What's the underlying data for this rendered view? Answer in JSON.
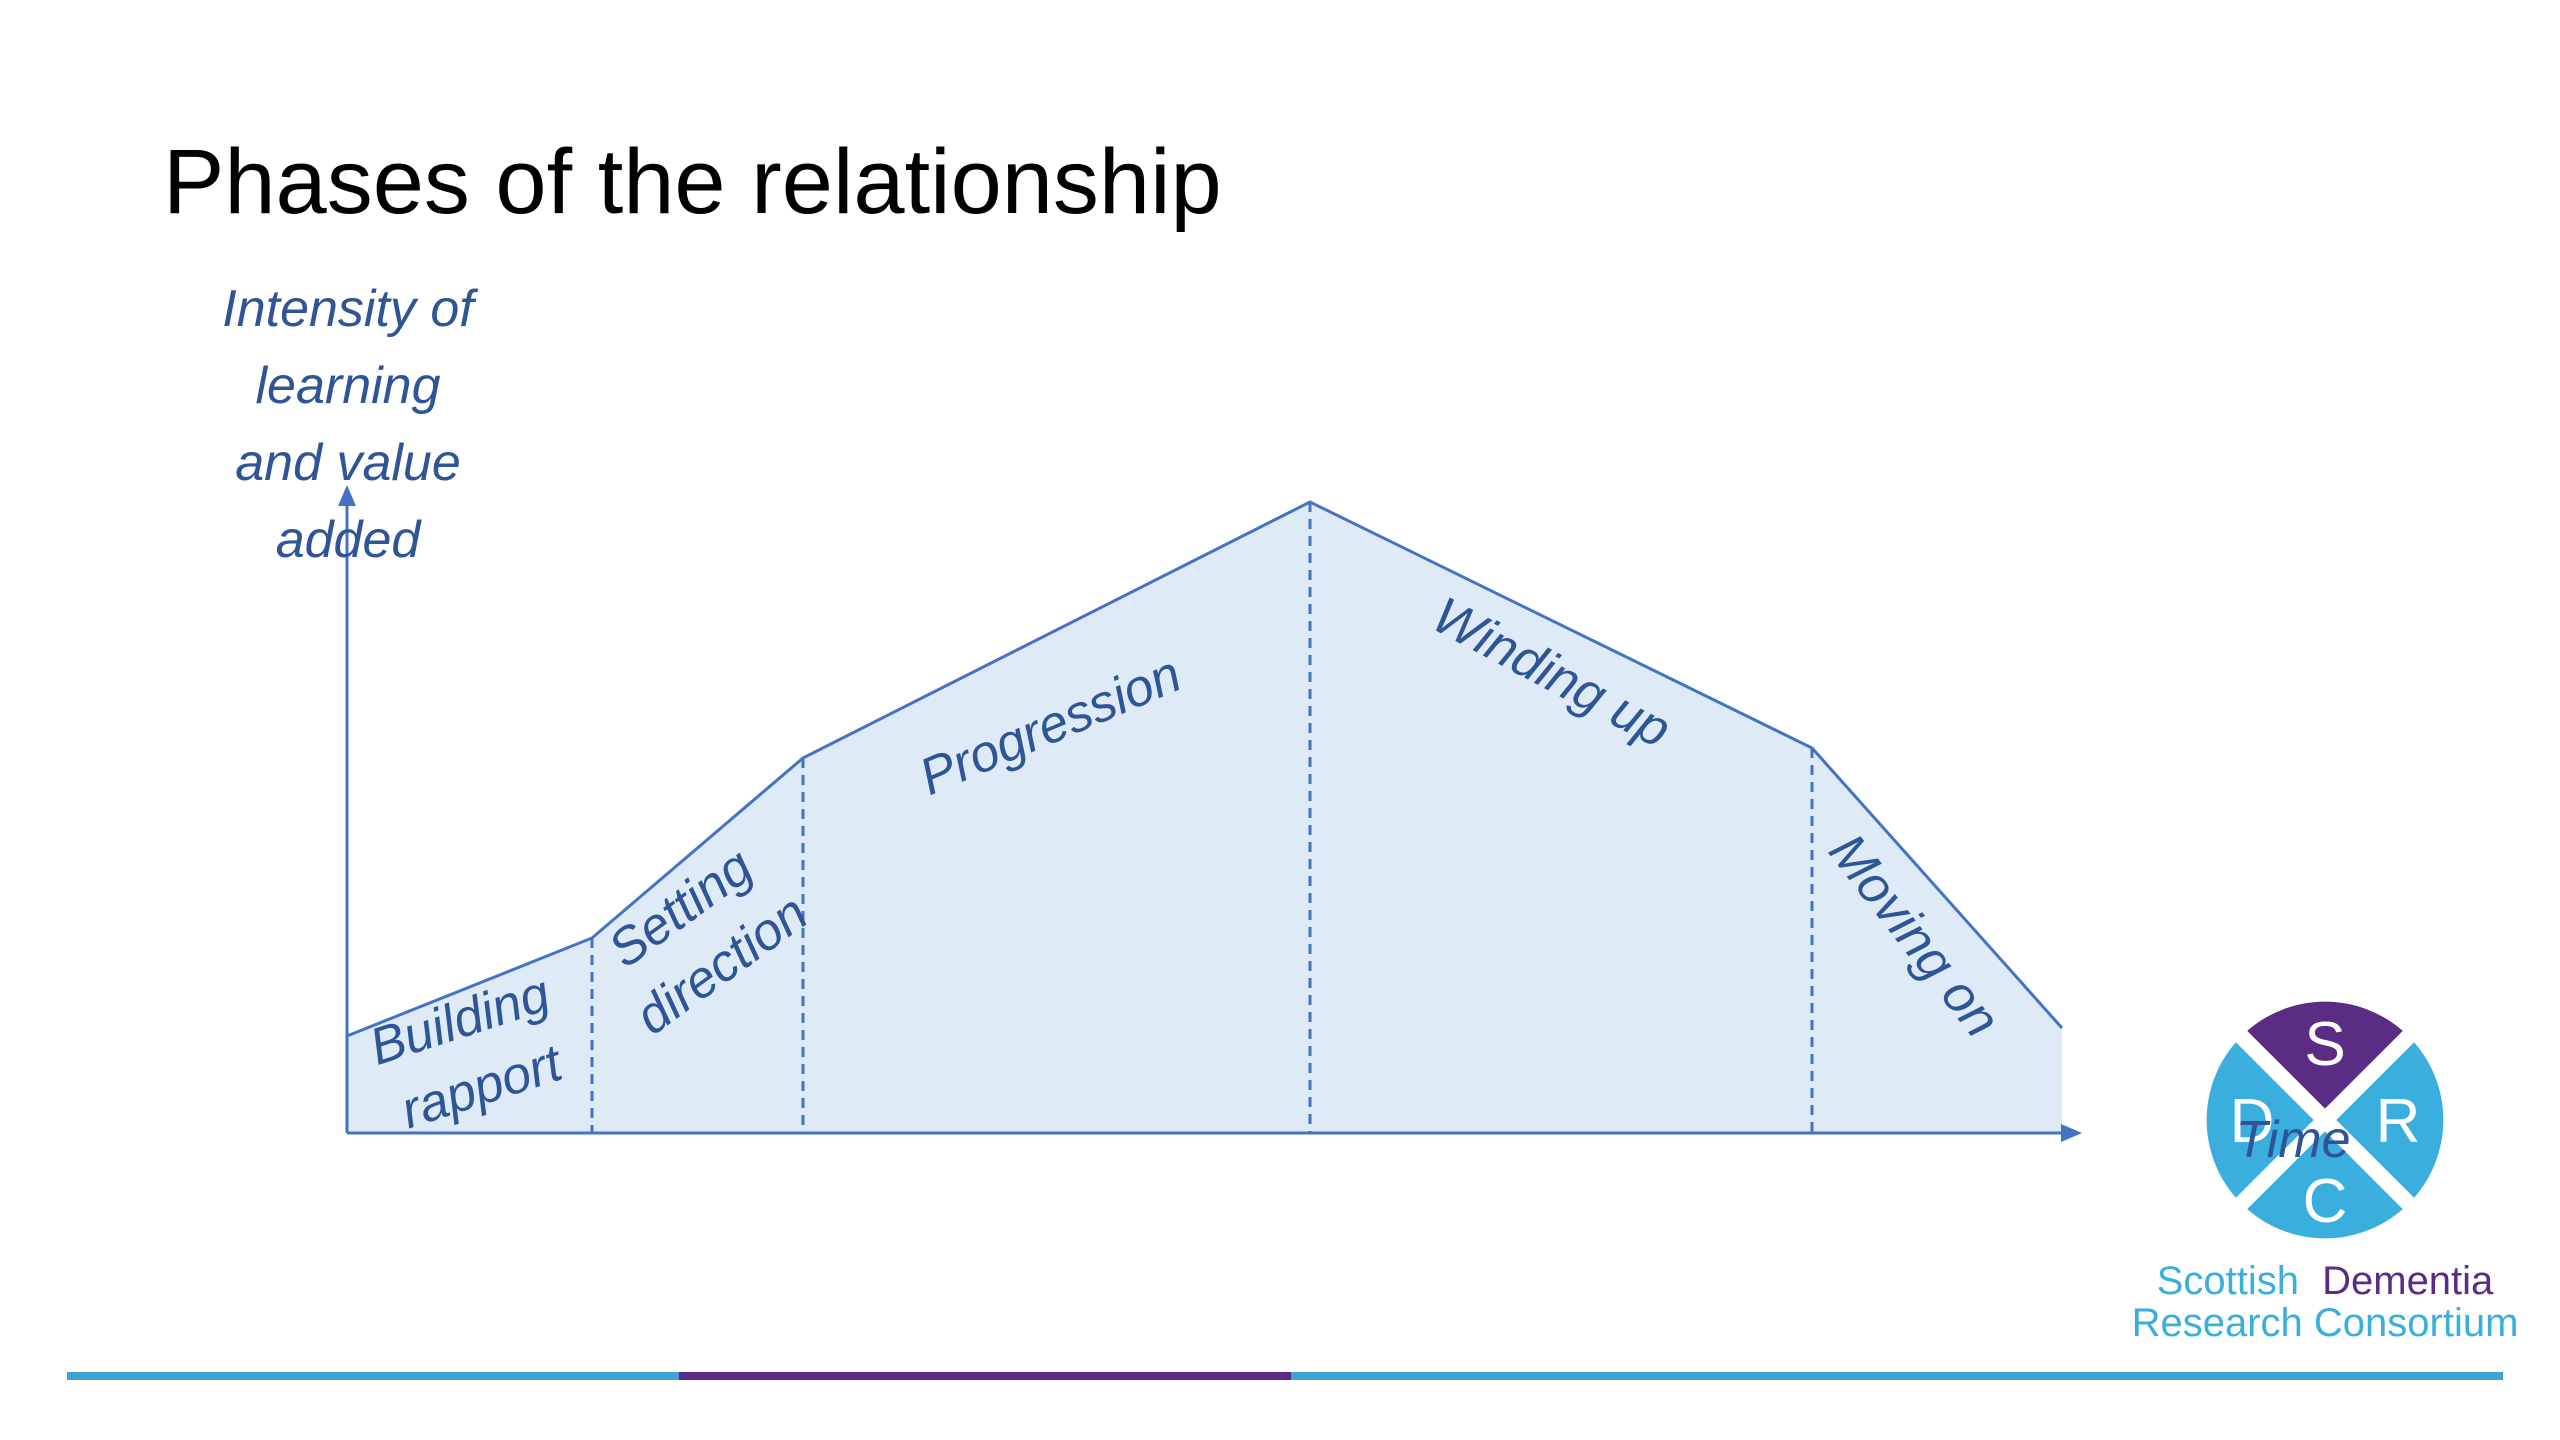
{
  "slide": {
    "title": "Phases of the relationship"
  },
  "diagram": {
    "y_axis_label_lines": [
      "Intensity of",
      "learning",
      "and value",
      "added"
    ],
    "x_axis_label": "Time",
    "phases": [
      {
        "lines": [
          "Building",
          "rapport"
        ]
      },
      {
        "lines": [
          "Setting",
          "direction"
        ]
      },
      {
        "lines": [
          "Progression"
        ]
      },
      {
        "lines": [
          "Winding up"
        ]
      },
      {
        "lines": [
          "Moving on"
        ]
      }
    ]
  },
  "logo": {
    "letters": [
      "S",
      "R",
      "C",
      "D"
    ],
    "line1_a": "Scottish",
    "line1_b": "Dementia",
    "line2": "Research Consortium"
  },
  "colors": {
    "diagram_text": "#2F5597",
    "outline": "#4472C4",
    "fill": "#DEEBF7",
    "logo_blue": "#3AAEDC",
    "logo_purple": "#5B2C83",
    "footer_blue": "#3FA3D5",
    "footer_purple": "#5B2C83"
  }
}
